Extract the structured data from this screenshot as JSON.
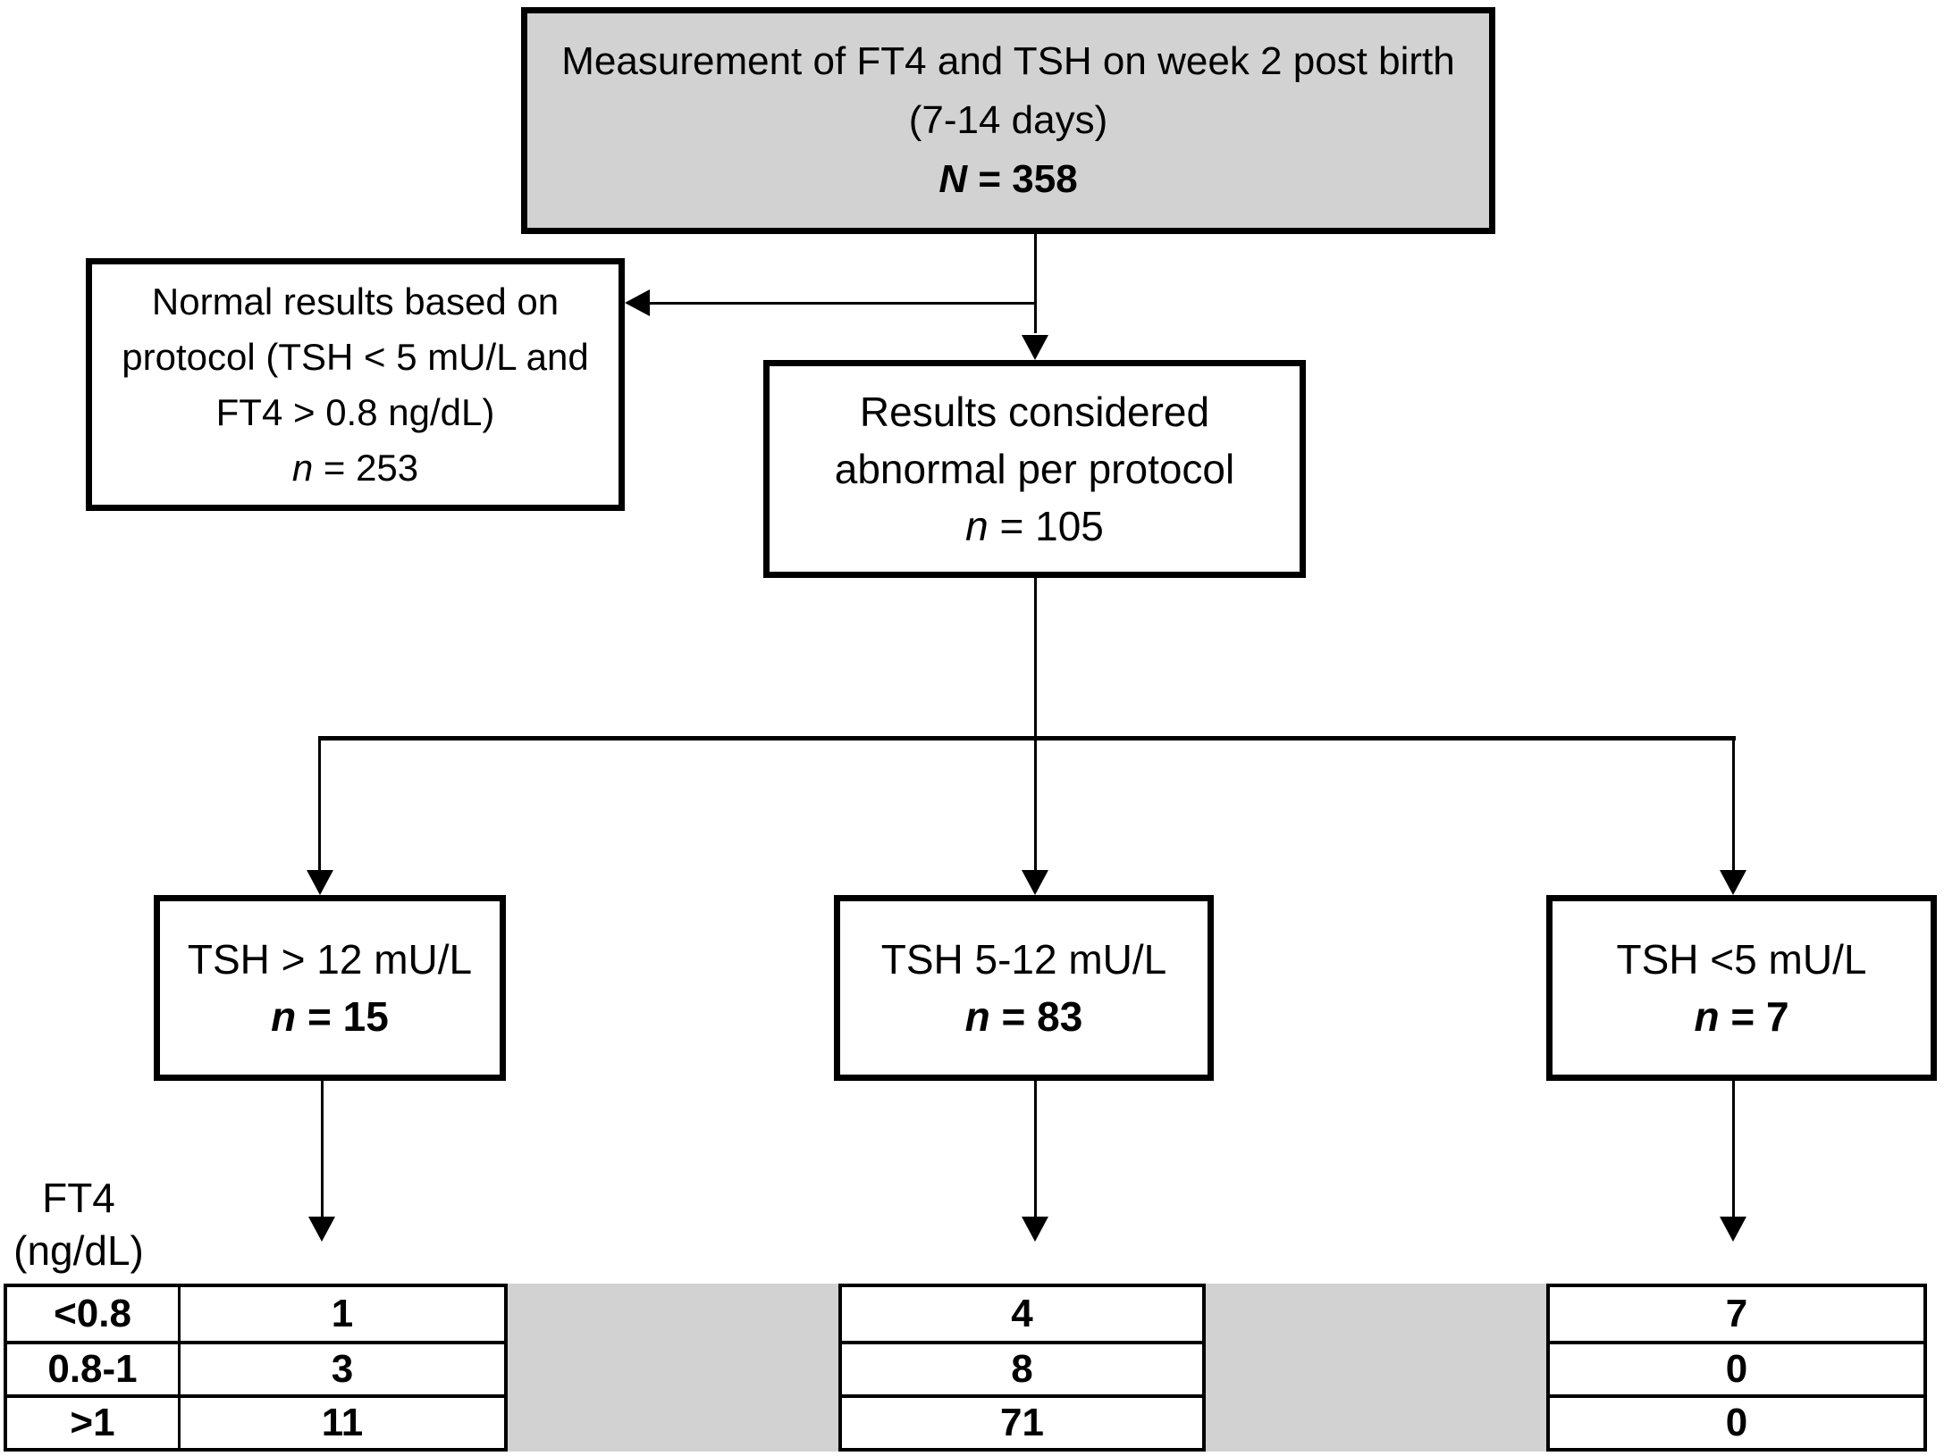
{
  "colors": {
    "box_fill_gray": "#d2d2d2",
    "band_gray": "#d2d2d2",
    "line_black": "#000000"
  },
  "top_box": {
    "line1": "Measurement of FT4 and TSH on week 2 post birth",
    "line2": "(7-14 days)",
    "n_var": "N",
    "n_rest": " = 358"
  },
  "normal_box": {
    "line1": "Normal results based on",
    "line2": "protocol (TSH < 5 mU/L and",
    "line3": "FT4 > 0.8 ng/dL)",
    "n_var": "n",
    "n_rest": " = 253"
  },
  "abnormal_box": {
    "line1": "Results considered",
    "line2": "abnormal per protocol",
    "n_var": "n",
    "n_rest": " = 105"
  },
  "tsh_boxes": [
    {
      "label": "TSH > 12 mU/L",
      "n_var": "n",
      "n_rest": " = 15"
    },
    {
      "label": "TSH 5-12 mU/L",
      "n_var": "n",
      "n_rest": " = 83"
    },
    {
      "label": "TSH <5 mU/L",
      "n_var": "n",
      "n_rest": " = 7"
    }
  ],
  "ft4_axis_label": {
    "line1": "FT4",
    "line2": "(ng/dL)"
  },
  "ft4_table": {
    "row_labels": [
      "<0.8",
      "0.8-1",
      ">1"
    ],
    "groups": [
      {
        "values": [
          "1",
          "3",
          "11"
        ]
      },
      {
        "values": [
          "4",
          "8",
          "71"
        ]
      },
      {
        "values": [
          "7",
          "0",
          "0"
        ]
      }
    ]
  }
}
